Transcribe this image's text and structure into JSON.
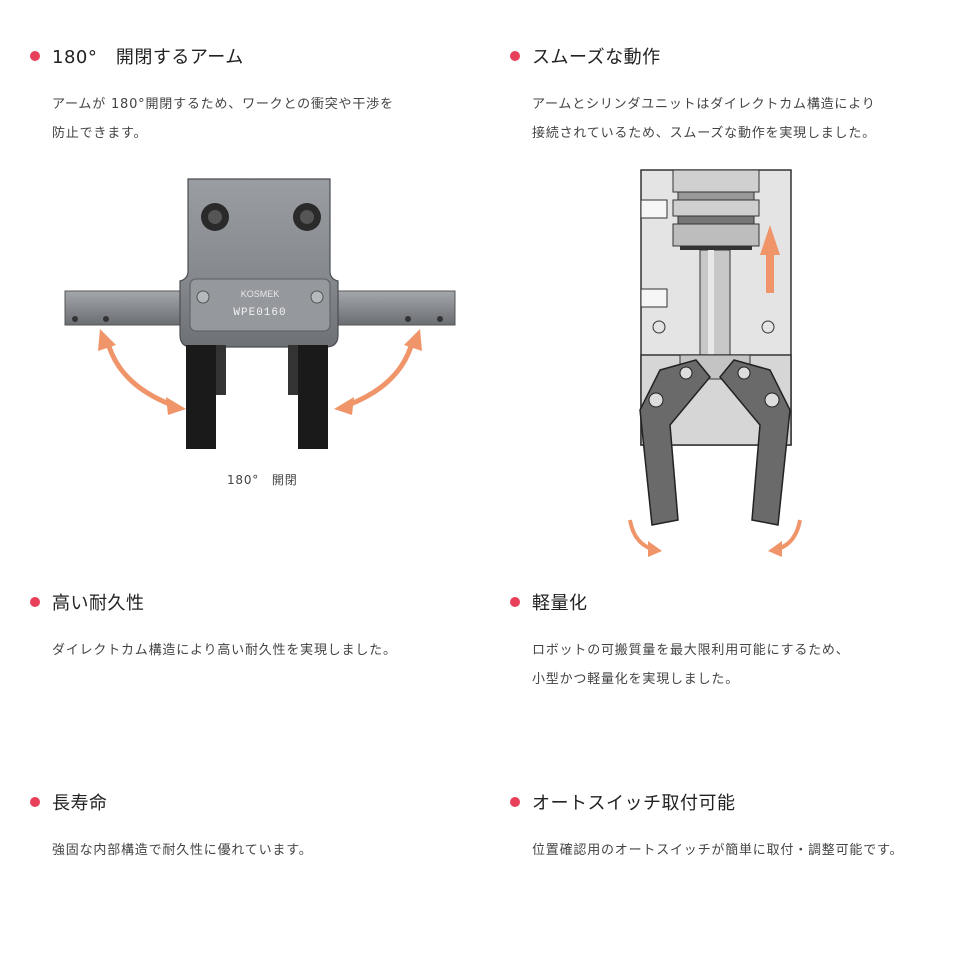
{
  "features": [
    {
      "title": "180°　開閉するアーム",
      "desc": [
        "アームが 180°開閉するため、ワークとの衝突や干渉を",
        "防止できます。"
      ]
    },
    {
      "title": "スムーズな動作",
      "desc": [
        "アームとシリンダユニットはダイレクトカム構造により",
        "接続されているため、スムーズな動作を実現しました。"
      ]
    },
    {
      "title": "高い耐久性",
      "desc": [
        "ダイレクトカム構造により高い耐久性を実現しました。"
      ]
    },
    {
      "title": "軽量化",
      "desc": [
        "ロボットの可搬質量を最大限利用可能にするため、",
        "小型かつ軽量化を実現しました。"
      ]
    },
    {
      "title": "長寿命",
      "desc": [
        "強固な内部構造で耐久性に優れています。"
      ]
    },
    {
      "title": "オートスイッチ取付可能",
      "desc": [
        "位置確認用のオートスイッチが簡単に取付・調整可能です。"
      ]
    }
  ],
  "figure1": {
    "caption": "180°　開閉",
    "model_label": "WPE0160",
    "brand": "KOSMEK"
  },
  "colors": {
    "bullet": "#e8405a",
    "arrow": "#f0946a",
    "metal": "#8a8d92",
    "arm_dark": "#1a1a1a"
  }
}
